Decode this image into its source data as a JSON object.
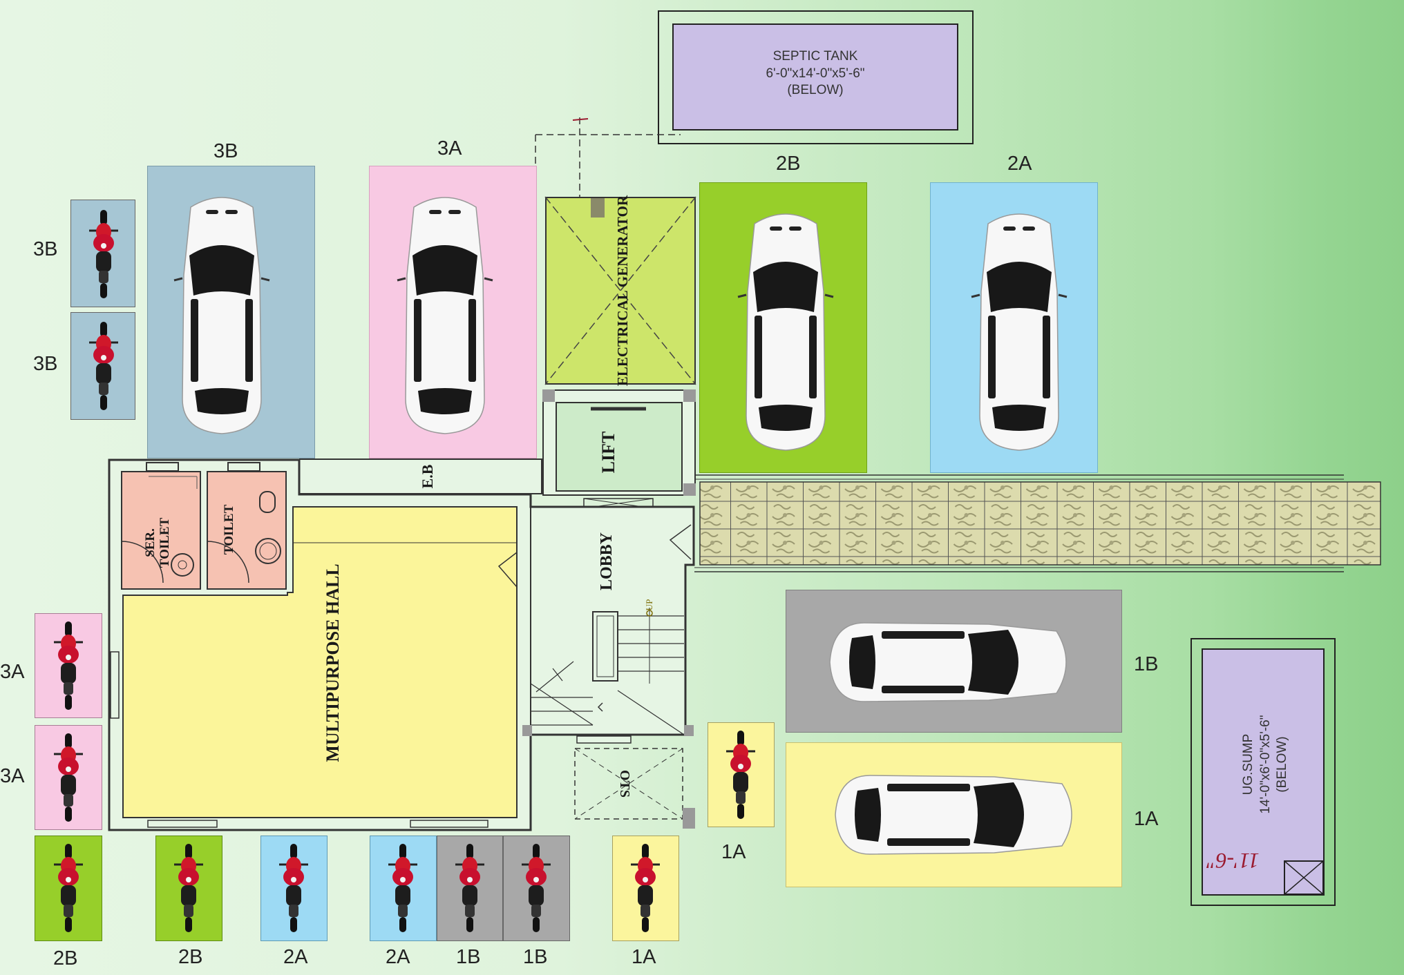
{
  "labels": {
    "septic_tank": [
      "SEPTIC TANK",
      "6'-0\"x14'-0\"x5'-6\"",
      "(BELOW)"
    ],
    "ug_sump": [
      "UG.SUMP",
      "14'-0\"x6'-0\"x5'-6\"",
      "(BELOW)"
    ],
    "electrical_generator": "ELECTRICAL GENERATOR",
    "lift": "LIFT",
    "lobby": "LOBBY",
    "eb": "E.B",
    "ser_toilet": [
      "SER.",
      "TOILET"
    ],
    "toilet": "TOILET",
    "multipurpose_hall": "MULTIPURPOSE HALL",
    "ots": "OTS",
    "up": "UP",
    "dimension_mark": "11'-6\""
  },
  "car_slots": [
    {
      "label": "3B",
      "color": "#a6c6d4"
    },
    {
      "label": "3A",
      "color": "#f8c9e3"
    },
    {
      "label": "2B",
      "color": "#97cf2a"
    },
    {
      "label": "2A",
      "color": "#9ddaf4"
    },
    {
      "label": "1B",
      "color": "#a8a8a8"
    },
    {
      "label": "1A",
      "color": "#fbf59d"
    }
  ],
  "bike_slots": [
    {
      "label": "3B",
      "color": "#a6c6d4"
    },
    {
      "label": "3B",
      "color": "#a6c6d4"
    },
    {
      "label": "3A",
      "color": "#f8c9e3"
    },
    {
      "label": "3A",
      "color": "#f8c9e3"
    },
    {
      "label": "2B",
      "color": "#97cf2a"
    },
    {
      "label": "2B",
      "color": "#97cf2a"
    },
    {
      "label": "2A",
      "color": "#9ddaf4"
    },
    {
      "label": "2A",
      "color": "#9ddaf4"
    },
    {
      "label": "1B",
      "color": "#a8a8a8"
    },
    {
      "label": "1B",
      "color": "#a8a8a8"
    },
    {
      "label": "1A",
      "color": "#fbf59d"
    },
    {
      "label": "1A",
      "color": "#fbf59d"
    }
  ],
  "colors": {
    "generator": "#cde56a",
    "lift": "#cdebc9",
    "toilet": "#f6c2b2",
    "hall": "#fbf59a",
    "tank": "#cabfe6",
    "paving": "#d8d7a8"
  }
}
